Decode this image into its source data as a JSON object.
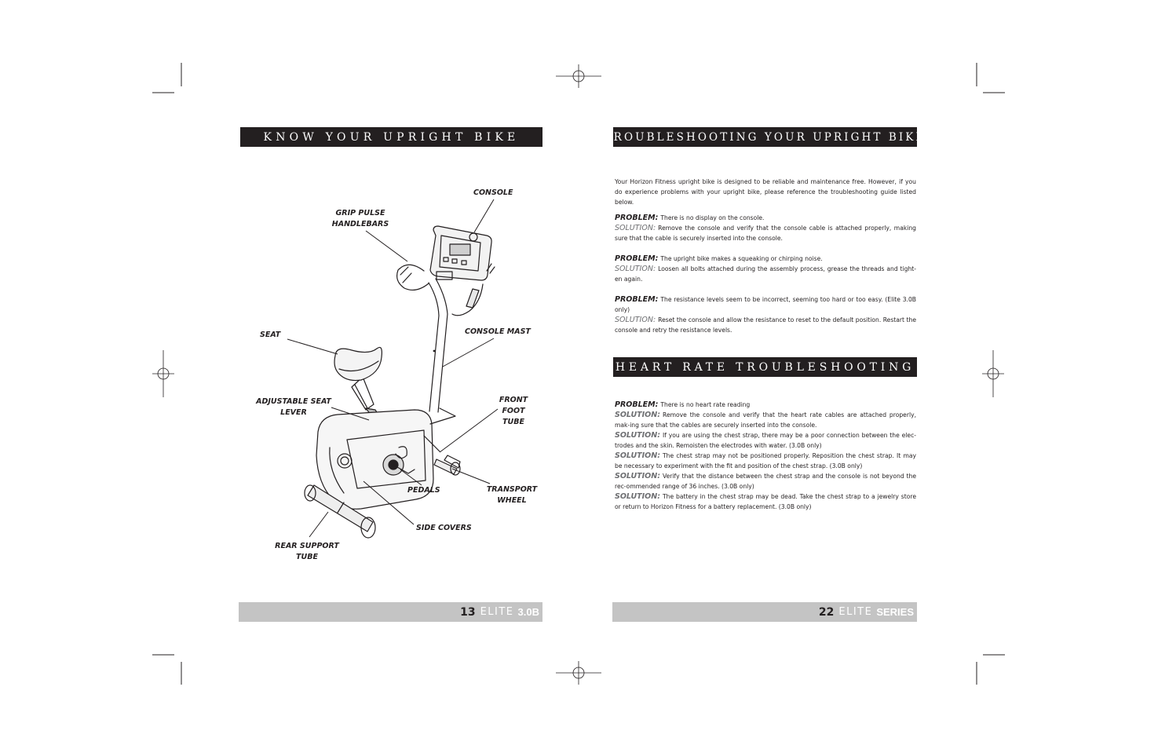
{
  "left_page": {
    "title": "KNOW YOUR UPRIGHT BIKE",
    "callouts": {
      "console": "CONSOLE",
      "grip_pulse_1": "GRIP PULSE",
      "grip_pulse_2": "HANDLEBARS",
      "seat": "SEAT",
      "console_mast": "CONSOLE MAST",
      "adj_seat_1": "ADJUSTABLE SEAT",
      "adj_seat_2": "LEVER",
      "front_foot_1": "FRONT",
      "front_foot_2": "FOOT",
      "front_foot_3": "TUBE",
      "pedals": "PEDALS",
      "transport_1": "TRANSPORT",
      "transport_2": "WHEEL",
      "side_covers": "SIDE COVERS",
      "rear_support_1": "REAR SUPPORT",
      "rear_support_2": "TUBE"
    },
    "footer": {
      "page": "13",
      "brand": "ELITE",
      "model": "3.0B"
    }
  },
  "right_page": {
    "title": "TROUBLESHOOTING YOUR UPRIGHT BIKE",
    "intro": "Your Horizon Fitness upright bike is designed to be reliable and maintenance free. However, if you do experience problems with your upright bike, please reference the troubleshooting guide listed below.",
    "problems": [
      {
        "problem_label": "PROBLEM:",
        "problem": "There is no display on the console.",
        "solution_label": "SOLUTION:",
        "solution": "Remove the console and verify that the console cable is attached properly, making sure that the cable is securely inserted into the console."
      },
      {
        "problem_label": "PROBLEM:",
        "problem": "The upright bike makes a squeaking or chirping noise.",
        "solution_label": "SOLUTION:",
        "solution": "Loosen all bolts attached during the assembly process, grease the threads and tight-en again."
      },
      {
        "problem_label": "PROBLEM:",
        "problem": "The resistance levels seem to be incorrect, seeming too hard or too easy. (Elite 3.0B only)",
        "solution_label": "SOLUTION:",
        "solution": "Reset the console and allow the resistance to reset to the default position. Restart the console and retry the resistance levels."
      }
    ],
    "hr_title": "HEART RATE TROUBLESHOOTING",
    "hr": {
      "problem_label": "PROBLEM:",
      "problem": "There is no heart rate reading",
      "solution_label": "SOLUTION:",
      "solutions": [
        "Remove the console and verify that the heart rate cables are attached properly, mak-ing sure that the cables are securely inserted into the console.",
        "If you are using the chest strap, there may be a poor connection between the elec-trodes and the skin. Remoisten the electrodes with water. (3.0B only)",
        "The chest strap may not be positioned properly. Reposition the chest strap.  It may be necessary to experiment with the fit and position of the chest strap. (3.0B only)",
        "Verify that the distance between the chest strap and the console is not beyond the rec-ommended range of 36 inches. (3.0B only)",
        "The battery in the chest strap may be dead. Take the chest strap to a jewelry store or return to Horizon Fitness for a battery replacement. (3.0B only)"
      ]
    },
    "footer": {
      "page": "22",
      "brand": "ELITE",
      "model": "SERIES"
    }
  }
}
